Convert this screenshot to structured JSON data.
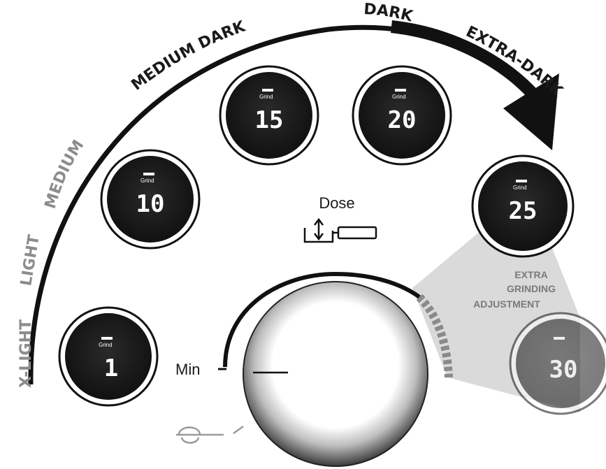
{
  "roast_levels": {
    "x_light": "X-LIGHT",
    "light": "LIGHT",
    "medium": "MEDIUM",
    "medium_dark": "MEDIUM DARK",
    "dark": "DARK",
    "extra_dark": "EXTRA-DARK"
  },
  "grind_displays": [
    {
      "value": "1"
    },
    {
      "value": "10"
    },
    {
      "value": "15"
    },
    {
      "value": "20"
    },
    {
      "value": "25"
    },
    {
      "value": "30"
    }
  ],
  "dose_label": "Dose",
  "min_label": "Min",
  "extra_grinding_adjustment": [
    "EXTRA",
    "GRINDING",
    "ADJUSTMENT"
  ],
  "colors": {
    "display_bg": "#1c1c1c",
    "arc": "#111111",
    "muted_text": "#8c8c8c",
    "shaded_region": "#d6d6d6"
  },
  "icons": [
    "dose-arrows-icon",
    "portafilter-icon",
    "bean-hopper-icon",
    "grind-adjust-icon"
  ]
}
